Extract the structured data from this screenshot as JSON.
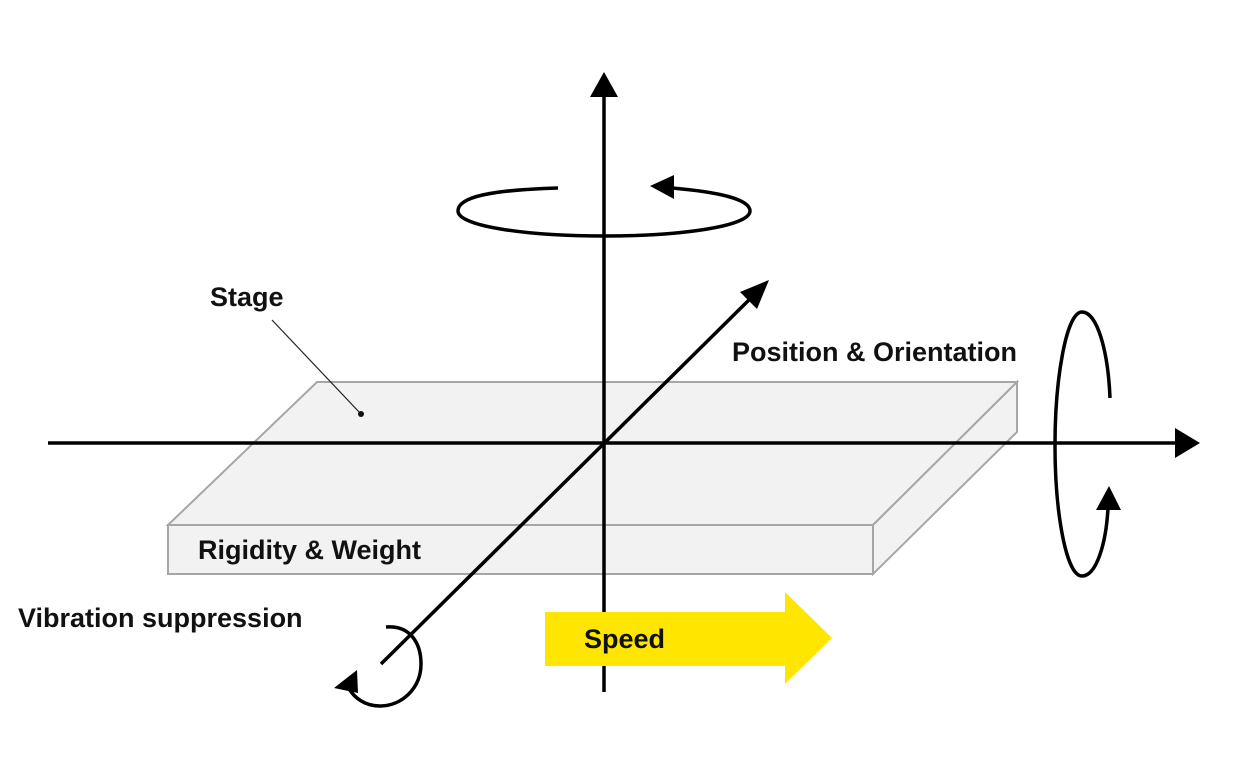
{
  "labels": {
    "stage": "Stage",
    "position_orientation": "Position & Orientation",
    "rigidity_weight": "Rigidity & Weight",
    "vibration_suppression": "Vibration suppression",
    "speed": "Speed"
  },
  "colors": {
    "axis": "#000000",
    "stage_fill": "#f2f2f2",
    "stage_stroke": "#a6a6a6",
    "speed_arrow": "#ffe600",
    "text": "#111111"
  }
}
